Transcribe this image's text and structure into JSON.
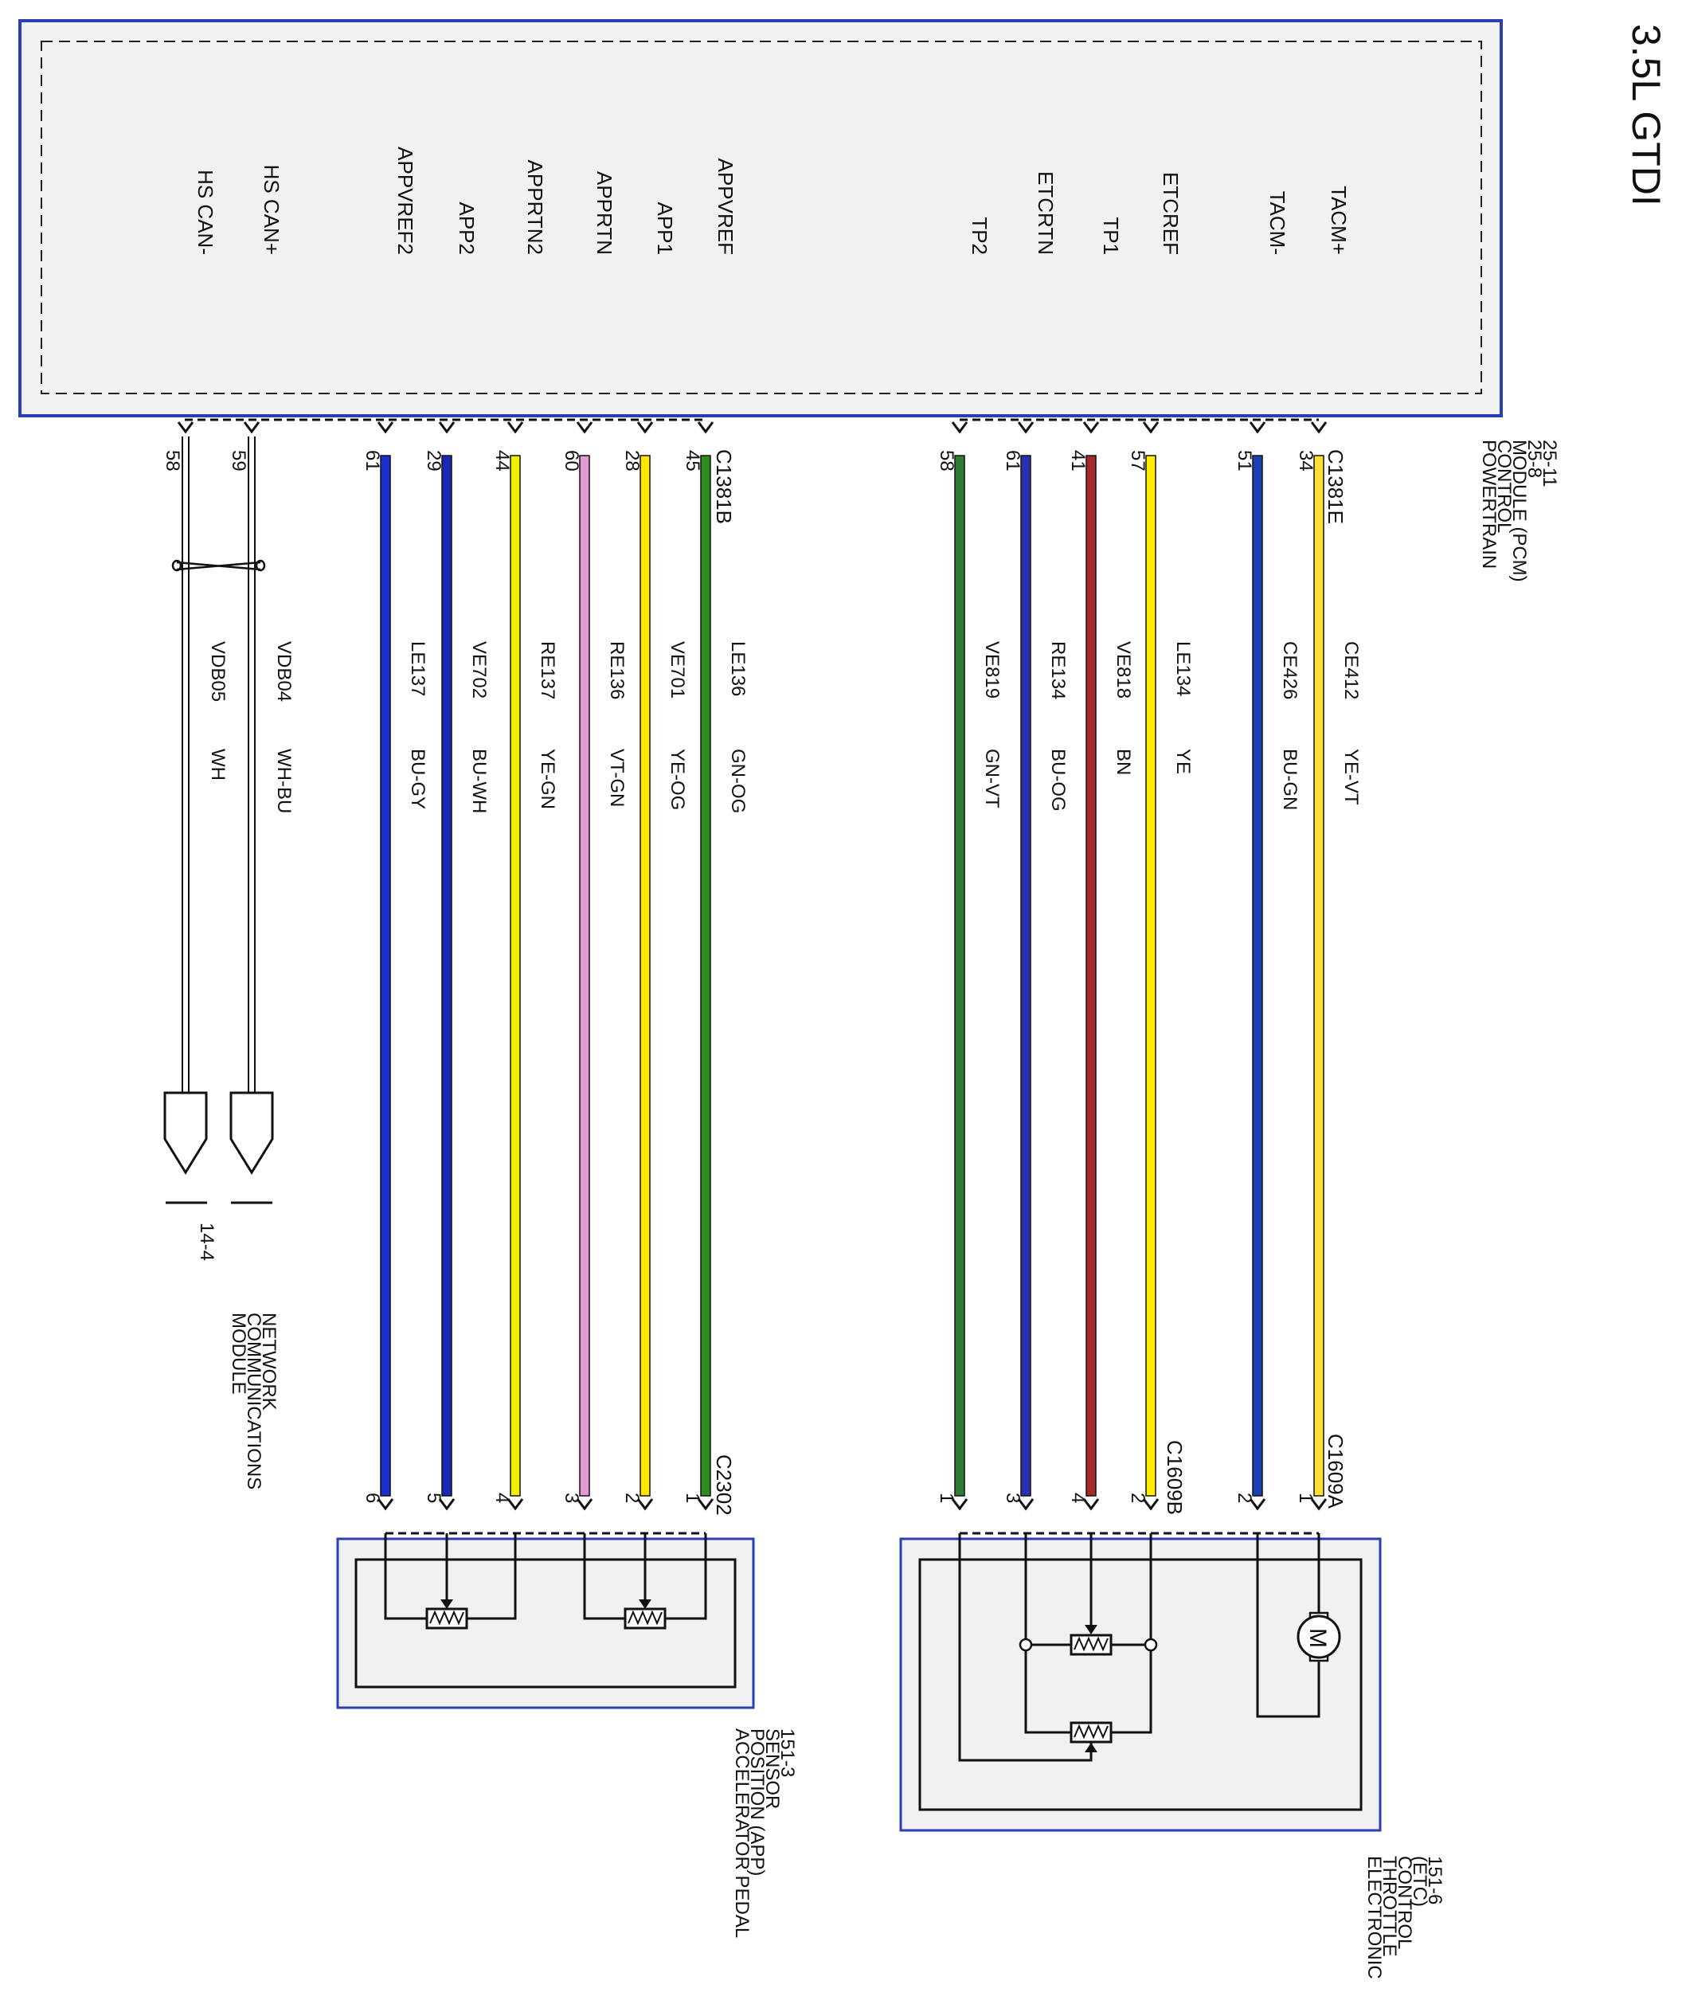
{
  "page_title": "3.5L GTDI",
  "pcm": {
    "name_lines": [
      "POWERTRAIN",
      "CONTROL",
      "MODULE (PCM)",
      "25-8",
      "25-11"
    ],
    "connectors": [
      "C1381E",
      "C1381B"
    ]
  },
  "etc_wires": [
    {
      "pin_label": "TACM+",
      "pcm_pin": "34",
      "circuit": "CE412",
      "color_code": "YE-VT",
      "color": "#ffe033",
      "device_pin": "1"
    },
    {
      "pin_label": "TACM-",
      "pcm_pin": "51",
      "circuit": "CE426",
      "color_code": "BU-GN",
      "color": "#1a3fb0",
      "device_pin": "2"
    },
    {
      "pin_label": "ETCREF",
      "pcm_pin": "57",
      "circuit": "LE134",
      "color_code": "YE",
      "color": "#ffee00",
      "device_pin": "2"
    },
    {
      "pin_label": "TP1",
      "pcm_pin": "41",
      "circuit": "VE818",
      "color_code": "BN",
      "color": "#a62a2a",
      "device_pin": "4"
    },
    {
      "pin_label": "ETCRTN",
      "pcm_pin": "61",
      "circuit": "RE134",
      "color_code": "BU-OG",
      "color": "#2b2fb3",
      "device_pin": "3"
    },
    {
      "pin_label": "TP2",
      "pcm_pin": "58",
      "circuit": "VE819",
      "color_code": "GN-VT",
      "color": "#2e7d32",
      "device_pin": "1"
    }
  ],
  "app_wires": [
    {
      "pin_label": "APPVREF",
      "pcm_pin": "45",
      "circuit": "LE136",
      "color_code": "GN-OG",
      "color": "#2e8b1e",
      "device_pin": "1"
    },
    {
      "pin_label": "APP1",
      "pcm_pin": "28",
      "circuit": "VE701",
      "color_code": "YE-OG",
      "color": "#ffe600",
      "device_pin": "2"
    },
    {
      "pin_label": "APPRTN",
      "pcm_pin": "60",
      "circuit": "RE136",
      "color_code": "VT-GN",
      "color": "#e19ad2",
      "device_pin": "3"
    },
    {
      "pin_label": "APPRTN2",
      "pcm_pin": "44",
      "circuit": "RE137",
      "color_code": "YE-GN",
      "color": "#eef000",
      "device_pin": "4"
    },
    {
      "pin_label": "APP2",
      "pcm_pin": "29",
      "circuit": "VE702",
      "color_code": "BU-WH",
      "color": "#1d27b5",
      "device_pin": "5"
    },
    {
      "pin_label": "APPVREF2",
      "pcm_pin": "61",
      "circuit": "LE137",
      "color_code": "BU-GY",
      "color": "#1b2ed0",
      "device_pin": "6"
    }
  ],
  "can_wires": [
    {
      "pin_label": "HS CAN+",
      "pcm_pin": "59",
      "circuit": "VDB04",
      "color_code": "WH-BU"
    },
    {
      "pin_label": "HS CAN-",
      "pcm_pin": "58",
      "circuit": "VDB05",
      "color_code": "WH"
    }
  ],
  "etc_connectors": [
    "C1609A",
    "C1609B"
  ],
  "app_connector": "C2302",
  "etc_device_lines": [
    "ELECTRONIC",
    "THROTTLE",
    "CONTROL",
    "(ETC)",
    "151-6"
  ],
  "app_device_lines": [
    "ACCELERATOR PEDAL",
    "POSITION (APP)",
    "SENSOR",
    "151-3"
  ],
  "network_ref": "14-4",
  "network_lines": [
    "MODULE",
    "COMMUNICATIONS",
    "NETWORK"
  ],
  "motor_symbol": "M"
}
